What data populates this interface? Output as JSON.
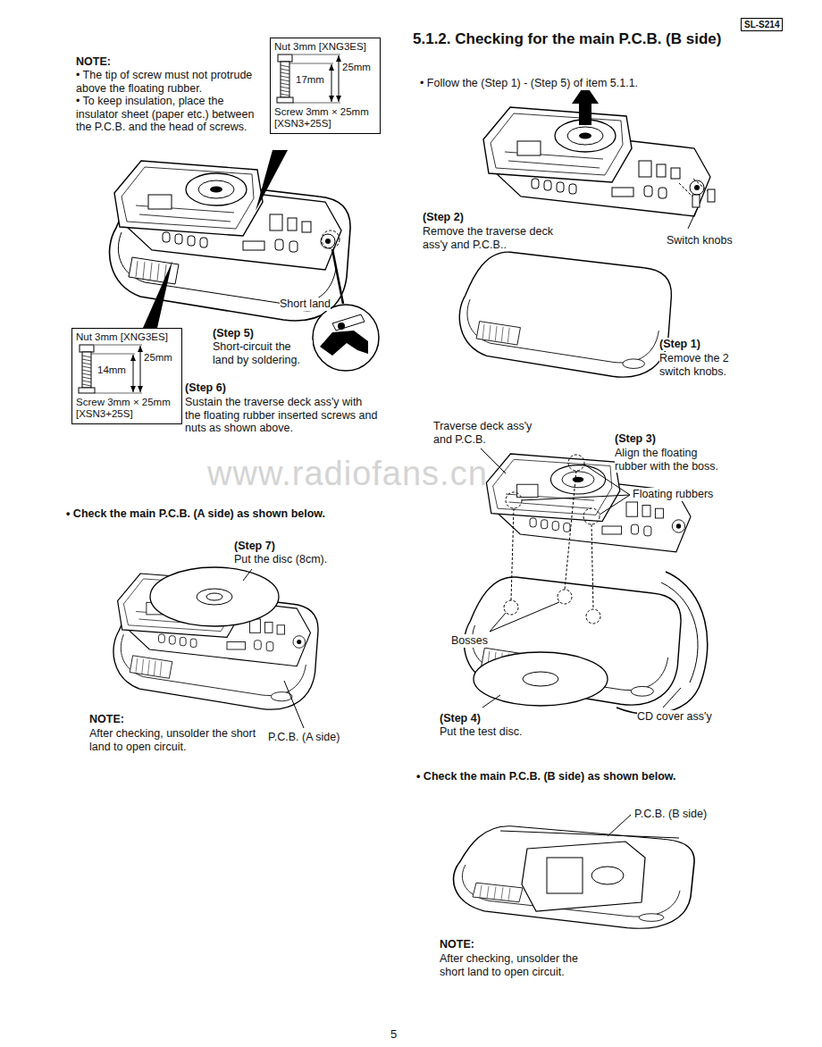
{
  "diagram": {
    "title": "5.1.2. Checking for the main P.C.B. (B side)",
    "nodes": [
      {
        "text": [
          "Nut 3mm [XNG3ES]",
          "25mm",
          "17mm",
          "Screw 3mm × 25mm [XSN3+25S]"
        ]
      },
      {
        "text": [
          "Nut 3mm [XNG3ES]",
          "25mm",
          "14mm",
          "Screw 3mm × 25mm [XSN3+25S]"
        ]
      },
      {
        "text": [
          "SL-S214"
        ]
      }
    ],
    "labels": [
      "NOTE:",
      "• The tip of screw must not protrude above the floating rubber.",
      "• To keep insulation, place the insulator sheet (paper etc.) between the P.C.B. and the head of screws.",
      "Short land",
      "(Step 5)",
      "Short-circuit the land by soldering.",
      "(Step 6)",
      "Sustain the traverse deck ass'y with the floating rubber inserted screws and nuts as shown above.",
      "• Check the main P.C.B. (A side) as shown below.",
      "(Step 7)",
      "Put the disc (8cm).",
      "NOTE:",
      "After checking, unsolder the short land to open circuit.",
      "P.C.B. (A side)",
      "• Follow the (Step 1) - (Step 5) of item 5.1.1.",
      "(Step 2)",
      "Remove the traverse deck ass'y and P.C.B..",
      "Switch knobs",
      "(Step 1)",
      "Remove the 2 switch knobs.",
      "Traverse deck ass'y and P.C.B.",
      "(Step 3)",
      "Align the floating rubber with the boss.",
      "Floating rubbers",
      "Bosses",
      "(Step 4)",
      "Put the test disc.",
      "CD cover ass'y",
      "• Check the main P.C.B. (B side) as shown below.",
      "P.C.B. (B side)",
      "NOTE:",
      "After checking, unsolder the short land to open circuit.",
      "www.radiofans.cn",
      "5"
    ]
  }
}
